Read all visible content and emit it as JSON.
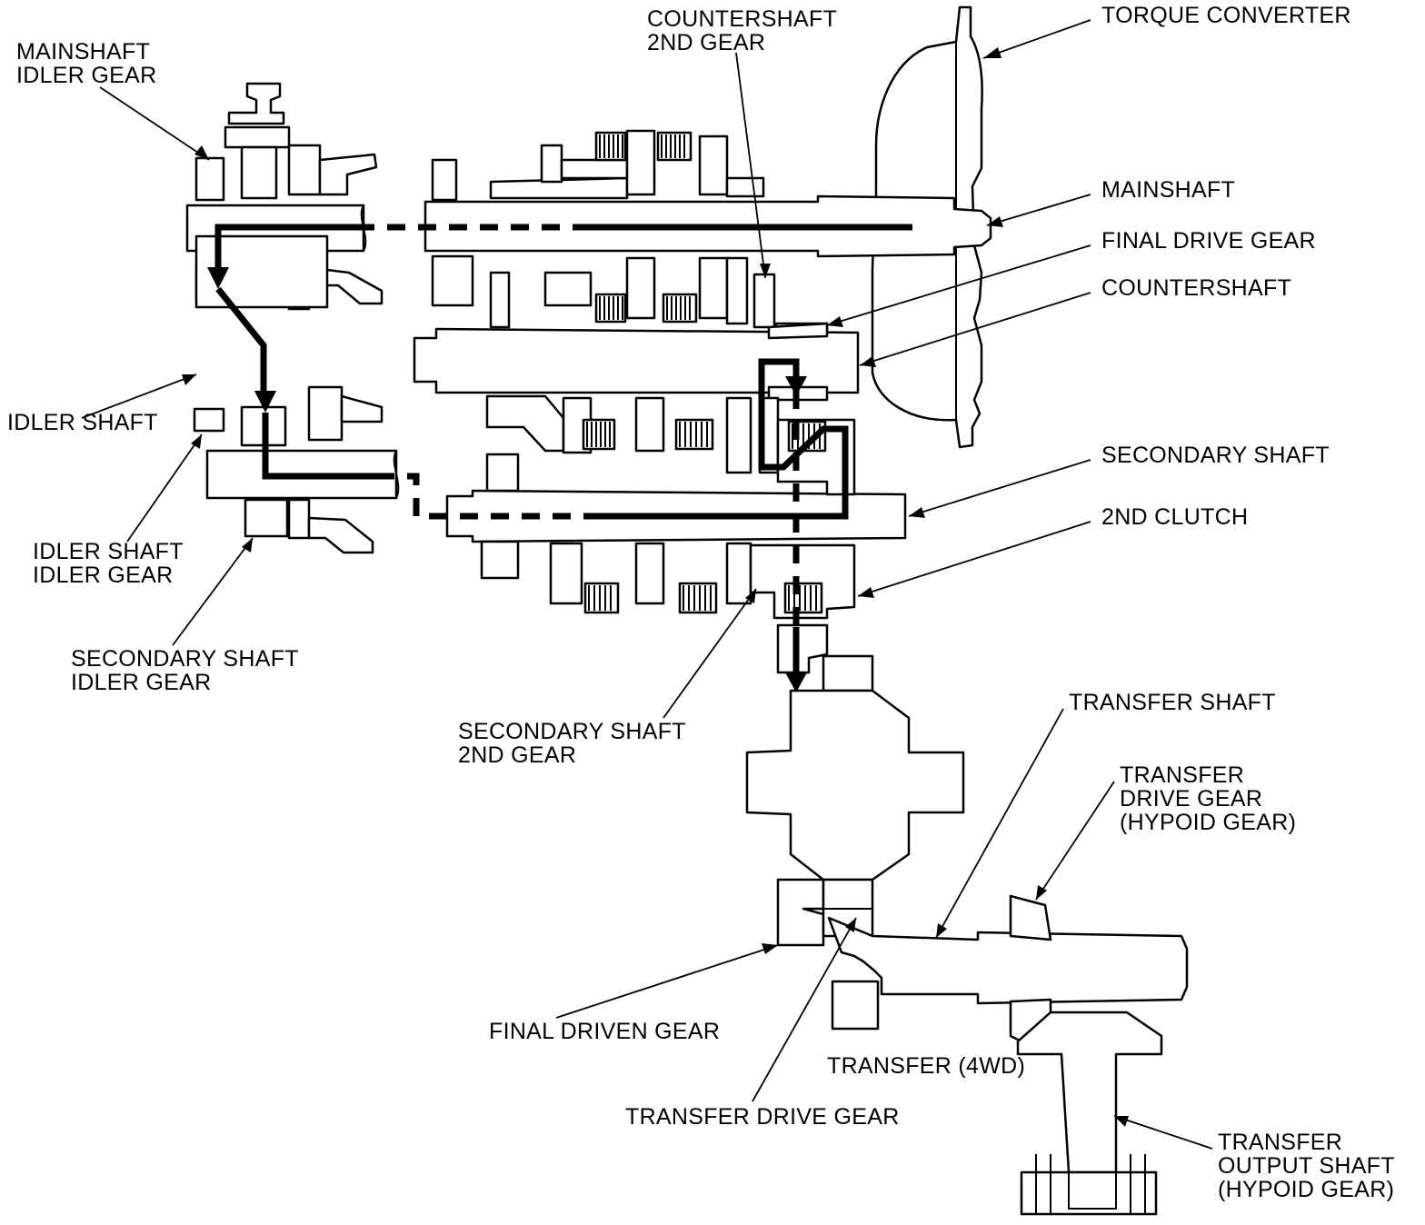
{
  "labels": {
    "mainshaft_idler_gear": "MAINSHAFT\nIDLER GEAR",
    "countershaft_2nd_gear": "COUNTERSHAFT\n2ND GEAR",
    "torque_converter": "TORQUE CONVERTER",
    "mainshaft": "MAINSHAFT",
    "final_drive_gear": "FINAL DRIVE GEAR",
    "countershaft": "COUNTERSHAFT",
    "idler_shaft": "IDLER SHAFT",
    "secondary_shaft": "SECONDARY SHAFT",
    "second_clutch": "2ND CLUTCH",
    "idler_shaft_idler_gear": "IDLER SHAFT\nIDLER GEAR",
    "secondary_shaft_idler_gear": "SECONDARY SHAFT\nIDLER GEAR",
    "secondary_shaft_2nd_gear": "SECONDARY SHAFT\n2ND GEAR",
    "transfer_shaft": "TRANSFER SHAFT",
    "transfer_drive_gear_hypoid": "TRANSFER\nDRIVE GEAR\n(HYPOID GEAR)",
    "final_driven_gear": "FINAL DRIVEN GEAR",
    "transfer_4wd": "TRANSFER (4WD)",
    "transfer_drive_gear": "TRANSFER DRIVE GEAR",
    "transfer_output_shaft": "TRANSFER\nOUTPUT SHAFT\n(HYPOID GEAR)"
  }
}
